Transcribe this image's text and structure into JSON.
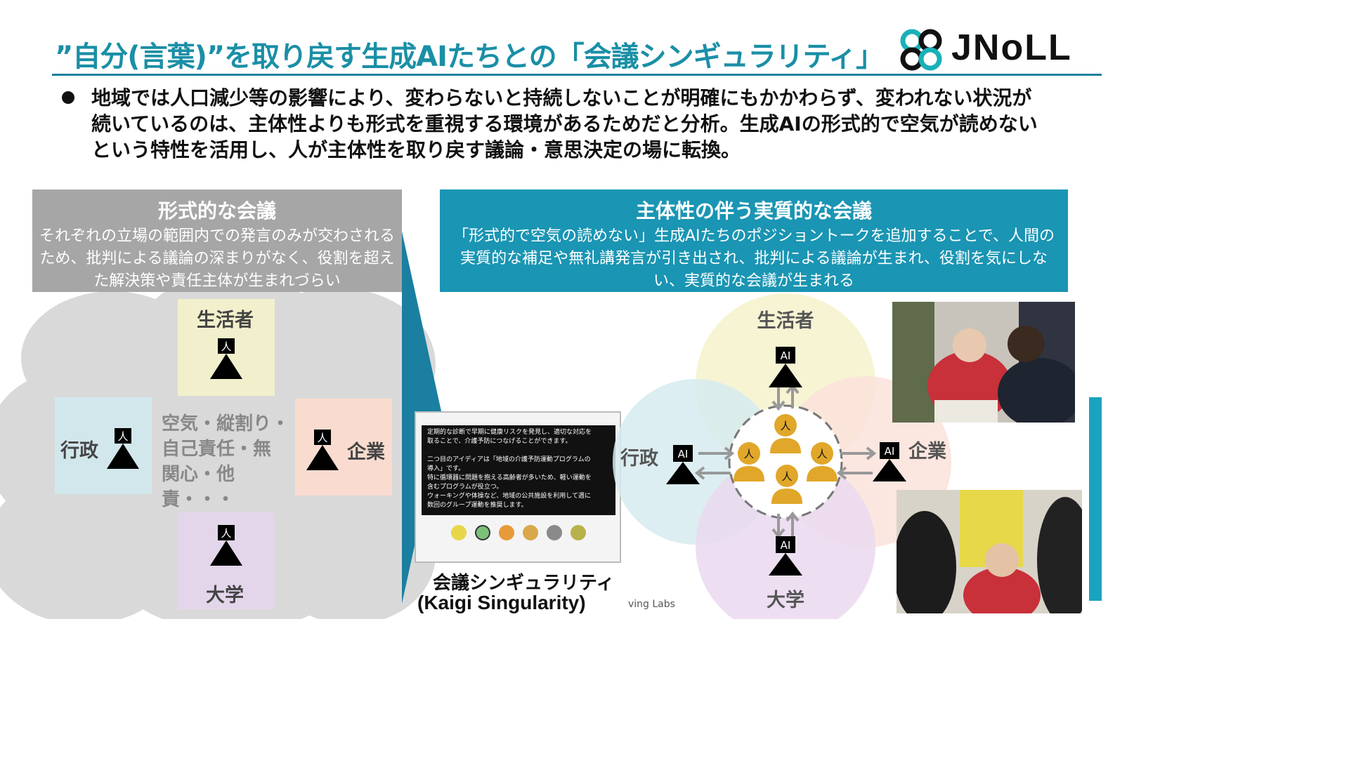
{
  "header": {
    "title": "”自分(言葉)”を取り戻す生成AIたちとの「会議シンギュラリティ」",
    "logo_text": "JNoLL"
  },
  "bullet": {
    "text": "地域では人口減少等の影響により、変わらないと持続しないことが明確にもかかわらず、変われない状況が続いているのは、主体性よりも形式を重視する環境があるためだと分析。生成AIの形式的で空気が読めないという特性を活用し、人が主体性を取り戻す議論・意思決定の場に転換。"
  },
  "left_panel": {
    "heading": "形式的な会議",
    "description": "それぞれの立場の範囲内での発言のみが交わされるため、批判による議論の深まりがなく、役割を超えた解決策や責任主体が生まれづらい",
    "labels": {
      "seikatsu": "生活者",
      "gyosei": "行政",
      "kigyo": "企業",
      "daigaku": "大学"
    },
    "person_glyph": "人",
    "center_lines": [
      "空気・縦割り・",
      "自己責任・無",
      "関心・他責・・・"
    ]
  },
  "right_panel": {
    "heading": "主体性の伴う実質的な会議",
    "description": "「形式的で空気の読めない」生成AIたちのポジショントークを追加することで、人間の実質的な補足や無礼講発言が引き出され、批判による議論が生まれ、役割を気にしない、実質的な会議が生まれる",
    "labels": {
      "seikatsu": "生活者",
      "gyosei": "行政",
      "kigyo": "企業",
      "daigaku": "大学"
    },
    "ai_glyph": "AI",
    "person_glyph": "人",
    "circle_colors": {
      "seikatsu": "#f6f3cf",
      "gyosei": "#d6ebee",
      "kigyo": "#fbe2da",
      "daigaku": "#ead9ee"
    }
  },
  "product": {
    "name_ja": "会議シンギュラリティ",
    "name_en": "(Kaigi Singularity)",
    "credit": "ving Labs",
    "screen_lines": [
      "定期的な診断で早期に健康リスクを発見し、適切な対応を",
      "取ることで、介護予防につなげることができます。",
      "",
      "二つ目のアイディアは「地域の介護予防運動プログラムの",
      "導入」です。",
      "特に循環器に問題を抱える高齢者が多いため、軽い運動を",
      "含むプログラムが役立つ。",
      "ウォーキングや体操など、地域の公共施設を利用して週に",
      "数回のグループ運動を推奨します。"
    ]
  },
  "colors": {
    "accent": "#1a8fa6",
    "right_header": "#1a95b3",
    "left_header": "#a6a6a6",
    "human_gold": "#e0a72a"
  }
}
